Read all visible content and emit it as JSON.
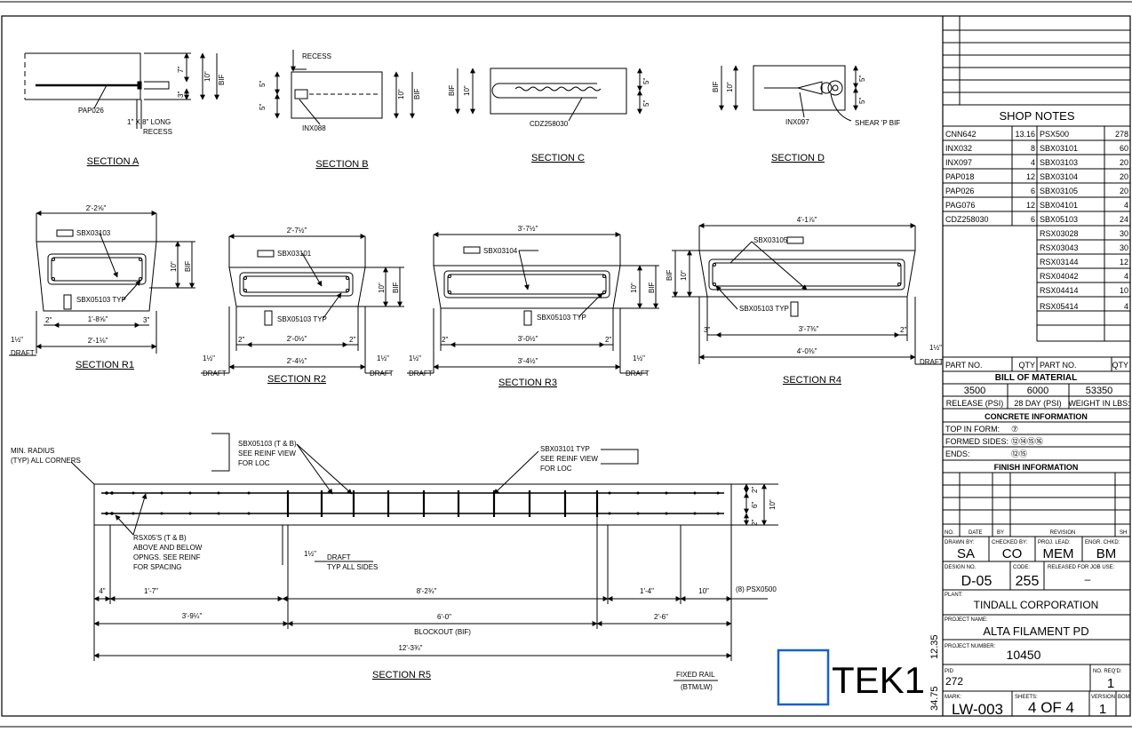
{
  "sections": {
    "a": {
      "title": "SECTION A",
      "label1": "PAP026",
      "label2": "1\" X 8\" LONG",
      "label3": "RECESS",
      "dim1": "10\"",
      "dim2": "7\"",
      "dim3": "3\"",
      "bif": "BIF"
    },
    "b": {
      "title": "SECTION B",
      "label1": "INX088",
      "recess": "RECESS",
      "dim1": "5\"",
      "dim2": "5\"",
      "dim3": "10\"",
      "bif": "BIF"
    },
    "c": {
      "title": "SECTION C",
      "label1": "CDZ258030",
      "dim1": "5\"",
      "dim2": "5\"",
      "dim3": "10\"",
      "bif": "BIF"
    },
    "d": {
      "title": "SECTION D",
      "label1": "INX097",
      "label2": "SHEAR 'P BIF",
      "dim1": "5\"",
      "dim2": "5\"",
      "dim3": "10\"",
      "bif": "BIF"
    },
    "r1": {
      "title": "SECTION R1",
      "top": "2'-2⅝\"",
      "a": "SBX03103",
      "b": "SBX05103 TYP",
      "mid": "1'-8⅝\"",
      "bot": "2'-1⅛\"",
      "l": "2\"",
      "r": "3\"",
      "h": "10\"",
      "bif": "BIF",
      "draft_dim": "1½\"",
      "draft": "DRAFT"
    },
    "r2": {
      "title": "SECTION R2",
      "top": "2'-7½\"",
      "a": "SBX03101",
      "b": "SBX05103 TYP",
      "mid": "2'-0½\"",
      "bot": "2'-4½\"",
      "l": "2\"",
      "r": "2\"",
      "h": "10\"",
      "bif": "BIF",
      "draft_dim": "1½\"",
      "draft": "DRAFT"
    },
    "r3": {
      "title": "SECTION R3",
      "top": "3'-7½\"",
      "a": "SBX03104",
      "b": "SBX05103 TYP",
      "mid": "3'-0½\"",
      "bot": "3'-4½\"",
      "l": "2\"",
      "r": "2\"",
      "h": "10\"",
      "bif": "BIF",
      "draft_dim": "1½\"",
      "draft": "DRAFT"
    },
    "r4": {
      "title": "SECTION R4",
      "top": "4'-1⅞\"",
      "a": "SBX03105",
      "b": "SBX05103 TYP",
      "mid": "3'-7⅜\"",
      "bot": "4'-0⅜\"",
      "l": "3\"",
      "r": "2\"",
      "h": "10\"",
      "bif": "BIF",
      "draft_dim": "1½\"",
      "draft": "DRAFT"
    },
    "r5": {
      "title": "SECTION R5",
      "minr1": "MIN. RADIUS",
      "minr2": "(TYP) ALL CORNERS",
      "n1a": "SBX05103 (T & B)",
      "n1b": "SEE REINF VIEW",
      "n1c": "FOR LOC",
      "n2a": "SBX03101 TYP",
      "n2b": "SEE REINF VIEW",
      "n2c": "FOR LOC",
      "n3a": "RSX05'S (T & B)",
      "n3b": "ABOVE AND BELOW",
      "n3c": "OPNGS. SEE REINF",
      "n3d": "FOR SPACING",
      "draft_dim": "1½\"",
      "draft": "DRAFT",
      "draft2": "TYP ALL SIDES",
      "d4": "4\"",
      "d17": "1'-7\"",
      "d82": "8'-2¾\"",
      "d14": "1'-4\"",
      "d10": "10\"",
      "psx": "(8) PSX0500",
      "d39": "3'-9¼\"",
      "d60": "6'-0\"",
      "d26": "2'-6\"",
      "blockout": "BLOCKOUT (BIF)",
      "total": "12'-3¾\"",
      "h10": "10\"",
      "h6": "6\"",
      "h2a": "2\"",
      "h2b": "2\"",
      "rail1": "FIXED RAIL",
      "rail2": "(BTM/LW)"
    }
  },
  "logo": {
    "text": "TEK1",
    "accent": "#1a5fd0"
  },
  "side_dims": {
    "a": "12.35",
    "b": "34.75"
  },
  "title_block": {
    "shop_notes": "SHOP NOTES",
    "parts_left": [
      {
        "part": "CNN642",
        "qty": "13.16"
      },
      {
        "part": "INX032",
        "qty": "8"
      },
      {
        "part": "INX097",
        "qty": "4"
      },
      {
        "part": "PAP018",
        "qty": "12"
      },
      {
        "part": "PAP026",
        "qty": "6"
      },
      {
        "part": "PAG076",
        "qty": "12"
      },
      {
        "part": "CDZ258030",
        "qty": "6"
      }
    ],
    "parts_right": [
      {
        "part": "PSX500",
        "qty": "278"
      },
      {
        "part": "SBX03101",
        "qty": "60"
      },
      {
        "part": "SBX03103",
        "qty": "20"
      },
      {
        "part": "SBX03104",
        "qty": "20"
      },
      {
        "part": "SBX03105",
        "qty": "20"
      },
      {
        "part": "SBX04101",
        "qty": "4"
      },
      {
        "part": "SBX05103",
        "qty": "24"
      },
      {
        "part": "RSX03028",
        "qty": "30"
      },
      {
        "part": "RSX03043",
        "qty": "30"
      },
      {
        "part": "RSX03144",
        "qty": "12"
      },
      {
        "part": "RSX04042",
        "qty": "4"
      },
      {
        "part": "RSX04414",
        "qty": "10"
      },
      {
        "part": "RSX05414",
        "qty": "4"
      }
    ],
    "hdr_part": "PART NO.",
    "hdr_qty": "QTY",
    "bom": "BILL OF MATERIAL",
    "release": "3500",
    "day28": "6000",
    "weight": "53350",
    "release_lbl": "RELEASE (PSI)",
    "day28_lbl": "28 DAY (PSI)",
    "weight_lbl": "WEIGHT IN LBS:",
    "concrete": "CONCRETE INFORMATION",
    "top_form": "TOP IN FORM:",
    "top_form_v": "⑦",
    "formed": "FORMED SIDES:",
    "formed_v": "⑫⑭⑮⑯",
    "ends": "ENDS:",
    "ends_v": "⑫⑮",
    "finish": "FINISH INFORMATION",
    "rev_no": "NO.",
    "rev_date": "DATE",
    "rev_by": "BY",
    "rev_rev": "REVISION",
    "rev_sh": "SH",
    "drawn_lbl": "DRAWN BY:",
    "drawn": "SA",
    "checked_lbl": "CHECKED BY:",
    "checked": "CO",
    "lead_lbl": "PROJ. LEAD:",
    "lead": "MEM",
    "engr_lbl": "ENGR. CHKD:",
    "engr": "BM",
    "design_lbl": "DESIGN NO.",
    "design": "D-05",
    "code_lbl": "CODE:",
    "code": "255",
    "released_lbl": "RELEASED FOR JOB USE:",
    "released": "–",
    "plant_lbl": "PLANT:",
    "plant": "TINDALL CORPORATION",
    "proj_name_lbl": "PROJECT NAME:",
    "proj_name": "ALTA FILAMENT PD",
    "proj_num_lbl": "PROJECT NUMBER:",
    "proj_num": "10450",
    "pid_lbl": "PID",
    "pid": "272",
    "noreq_lbl": "NO. REQ'D:",
    "noreq": "1",
    "mark_lbl": "MARK:",
    "mark": "LW-003",
    "sheets_lbl": "SHEETS:",
    "sheets": "4 OF 4",
    "version_lbl": "VERSION",
    "version": "1",
    "bom_lbl": "BOM"
  }
}
